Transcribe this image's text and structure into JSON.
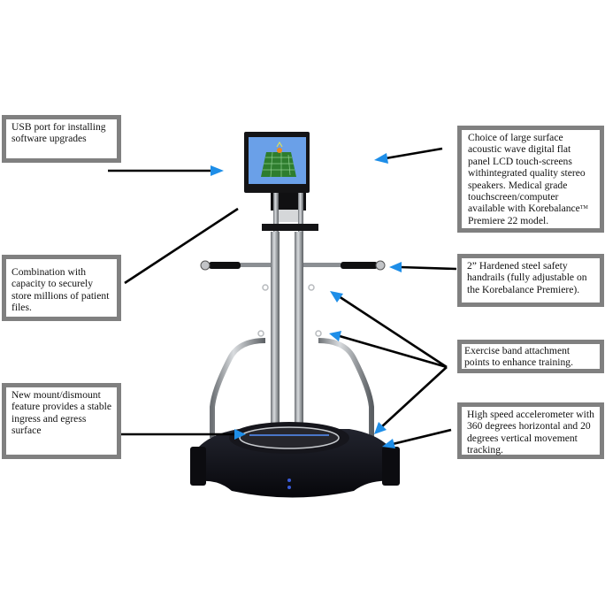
{
  "diagram": {
    "subject": "Korebalance balance training platform",
    "colors": {
      "callout_border": "#808080",
      "leader_line": "#000000",
      "arrowhead": "#1e8ee8",
      "screen_bg": "#6aa0e8",
      "maze": "#2e7d2e",
      "frame_dark": "#111114",
      "steel": "#a9adb1"
    },
    "callouts": [
      {
        "id": "usb",
        "text": "USB port for installing software upgrades"
      },
      {
        "id": "screen",
        "text_before_tm": "Choice of large surface acoustic wave digital flat panel LCD touch-screens withintegrated quality stereo speakers.  Medical grade touchscreen/computer available with Korebalance",
        "tm": "TM",
        "text_after_tm": " Premiere 22 model."
      },
      {
        "id": "storage",
        "text": "Combination with capacity to securely store millions of patient files."
      },
      {
        "id": "handrails",
        "text": "2” Hardened steel safety handrails (fully adjustable on the Korebalance Premiere)."
      },
      {
        "id": "bands",
        "text": "Exercise  band  attachment points to enhance training."
      },
      {
        "id": "mount",
        "text": "New mount/dismount feature provides a stable ingress and egress surface"
      },
      {
        "id": "accelerometer",
        "text": "High speed accelerometer with 360 degrees horizontal and 20 degrees vertical movement tracking."
      }
    ]
  }
}
